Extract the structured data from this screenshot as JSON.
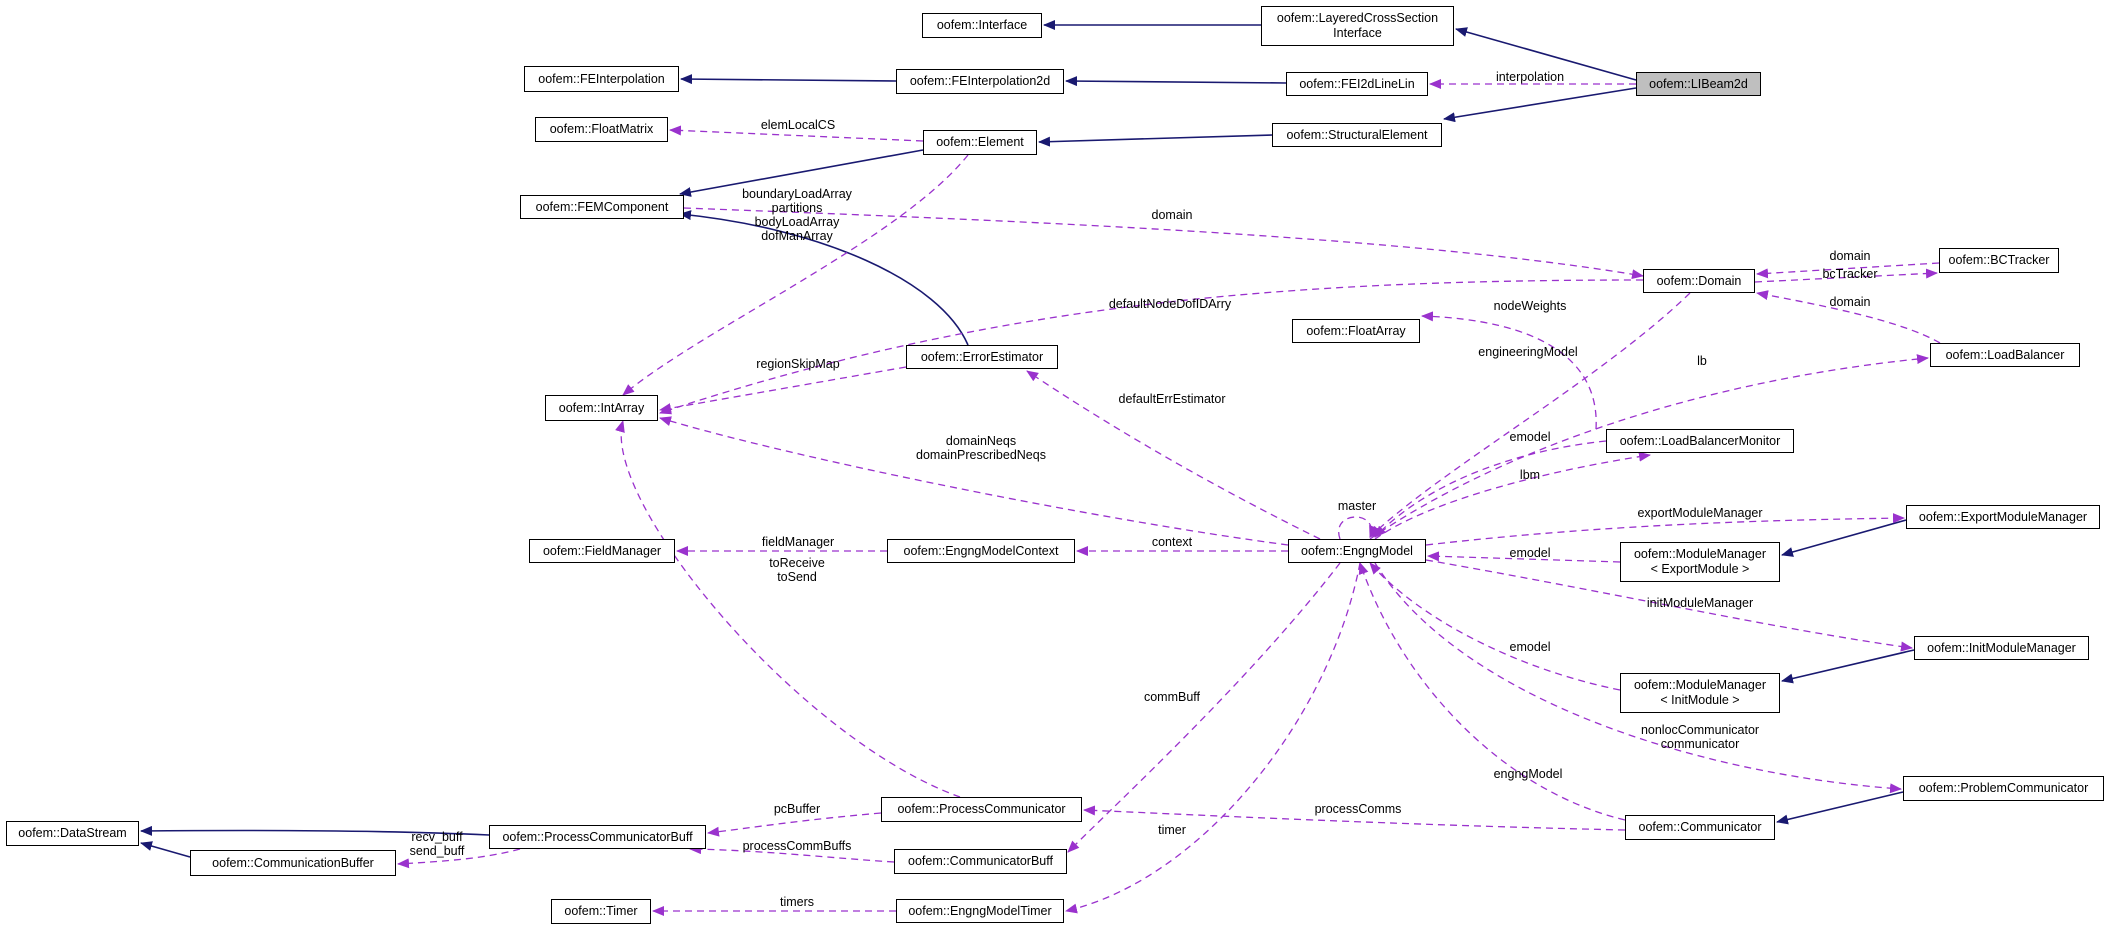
{
  "colors": {
    "inheritance": "#191970",
    "usage": "#9a32cd",
    "focus_fill": "#bfbfbf"
  },
  "nodes": {
    "interface": {
      "lines": [
        "oofem::Interface"
      ]
    },
    "layered_cs_interface": {
      "lines": [
        "oofem::LayeredCrossSection",
        "Interface"
      ]
    },
    "libeam2d": {
      "lines": [
        "oofem::LIBeam2d"
      ]
    },
    "feinterpolation": {
      "lines": [
        "oofem::FEInterpolation"
      ]
    },
    "feinterpolation2d": {
      "lines": [
        "oofem::FEInterpolation2d"
      ]
    },
    "fei2dlinelin": {
      "lines": [
        "oofem::FEI2dLineLin"
      ]
    },
    "floatmatrix": {
      "lines": [
        "oofem::FloatMatrix"
      ]
    },
    "element": {
      "lines": [
        "oofem::Element"
      ]
    },
    "structural_element": {
      "lines": [
        "oofem::StructuralElement"
      ]
    },
    "femcomponent": {
      "lines": [
        "oofem::FEMComponent"
      ]
    },
    "domain": {
      "lines": [
        "oofem::Domain"
      ]
    },
    "bctracker": {
      "lines": [
        "oofem::BCTracker"
      ]
    },
    "floatarray": {
      "lines": [
        "oofem::FloatArray"
      ]
    },
    "error_estimator": {
      "lines": [
        "oofem::ErrorEstimator"
      ]
    },
    "load_balancer": {
      "lines": [
        "oofem::LoadBalancer"
      ]
    },
    "intarray": {
      "lines": [
        "oofem::IntArray"
      ]
    },
    "load_balancer_monitor": {
      "lines": [
        "oofem::LoadBalancerMonitor"
      ]
    },
    "export_module_manager": {
      "lines": [
        "oofem::ExportModuleManager"
      ]
    },
    "field_manager": {
      "lines": [
        "oofem::FieldManager"
      ]
    },
    "engng_model_context": {
      "lines": [
        "oofem::EngngModelContext"
      ]
    },
    "engng_model": {
      "lines": [
        "oofem::EngngModel"
      ]
    },
    "module_manager_export": {
      "lines": [
        "oofem::ModuleManager",
        "< ExportModule >"
      ]
    },
    "init_module_manager": {
      "lines": [
        "oofem::InitModuleManager"
      ]
    },
    "module_manager_init": {
      "lines": [
        "oofem::ModuleManager",
        "< InitModule >"
      ]
    },
    "problem_communicator": {
      "lines": [
        "oofem::ProblemCommunicator"
      ]
    },
    "data_stream": {
      "lines": [
        "oofem::DataStream"
      ]
    },
    "process_communicator_buff": {
      "lines": [
        "oofem::ProcessCommunicatorBuff"
      ]
    },
    "process_communicator": {
      "lines": [
        "oofem::ProcessCommunicator"
      ]
    },
    "communicator": {
      "lines": [
        "oofem::Communicator"
      ]
    },
    "communication_buffer": {
      "lines": [
        "oofem::CommunicationBuffer"
      ]
    },
    "communicator_buff": {
      "lines": [
        "oofem::CommunicatorBuff"
      ]
    },
    "timer": {
      "lines": [
        "oofem::Timer"
      ]
    },
    "engng_model_timer": {
      "lines": [
        "oofem::EngngModelTimer"
      ]
    }
  },
  "labels": {
    "interpolation": [
      "interpolation"
    ],
    "elemLocalCS": [
      "elemLocalCS"
    ],
    "femcomp_arrays": [
      "boundaryLoadArray",
      "partitions",
      "bodyLoadArray",
      "dofManArray"
    ],
    "domain": [
      "domain"
    ],
    "bct_domain": [
      "domain"
    ],
    "bcTracker": [
      "bcTracker"
    ],
    "lb_domain": [
      "domain"
    ],
    "defaultNodeDofIDArry": [
      "defaultNodeDofIDArry"
    ],
    "nodeWeights": [
      "nodeWeights"
    ],
    "engineeringModel": [
      "engineeringModel"
    ],
    "lb": [
      "lb"
    ],
    "regionSkipMap": [
      "regionSkipMap"
    ],
    "defaultErrEstimator": [
      "defaultErrEstimator"
    ],
    "emodel_lbm": [
      "emodel"
    ],
    "lbm": [
      "lbm"
    ],
    "domainNeqs": [
      "domainNeqs",
      "domainPrescribedNeqs"
    ],
    "master": [
      "master"
    ],
    "exportModuleManager": [
      "exportModuleManager"
    ],
    "fieldManager": [
      "fieldManager"
    ],
    "context": [
      "context"
    ],
    "emodel_export": [
      "emodel"
    ],
    "toReceive": [
      "toReceive",
      "toSend"
    ],
    "initModuleManager": [
      "initModuleManager"
    ],
    "emodel_init": [
      "emodel"
    ],
    "commBuff": [
      "commBuff"
    ],
    "nonlocCommunicator": [
      "nonlocCommunicator",
      "communicator"
    ],
    "engngModel": [
      "engngModel"
    ],
    "pcBuffer": [
      "pcBuffer"
    ],
    "processComms": [
      "processComms"
    ],
    "recv_buff": [
      "recv_buff",
      "send_buff"
    ],
    "processCommBuffs": [
      "processCommBuffs"
    ],
    "timer_lbl": [
      "timer"
    ],
    "timers": [
      "timers"
    ]
  }
}
